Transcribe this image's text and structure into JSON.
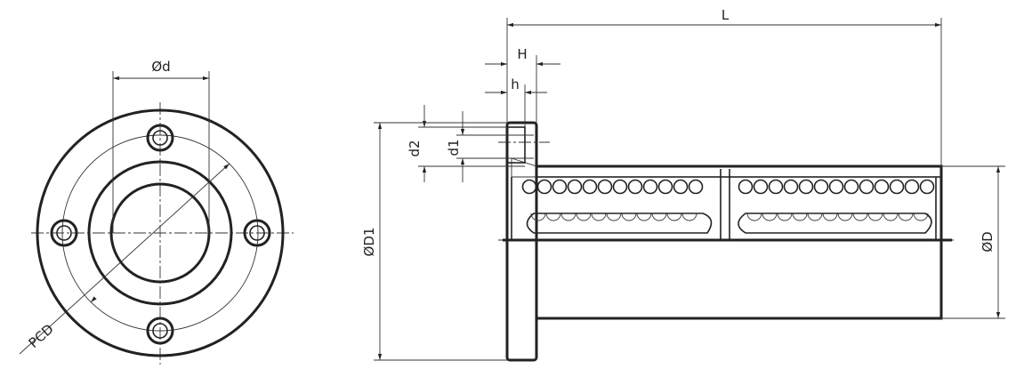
{
  "labels": {
    "bore_diameter": "Ød",
    "pitch_circle": "PCD",
    "length": "L",
    "flange_thickness": "H",
    "counterbore_depth": "h",
    "counterbore_diameter": "d2",
    "hole_diameter": "d1",
    "flange_diameter": "ØD1",
    "outer_diameter": "ØD"
  }
}
